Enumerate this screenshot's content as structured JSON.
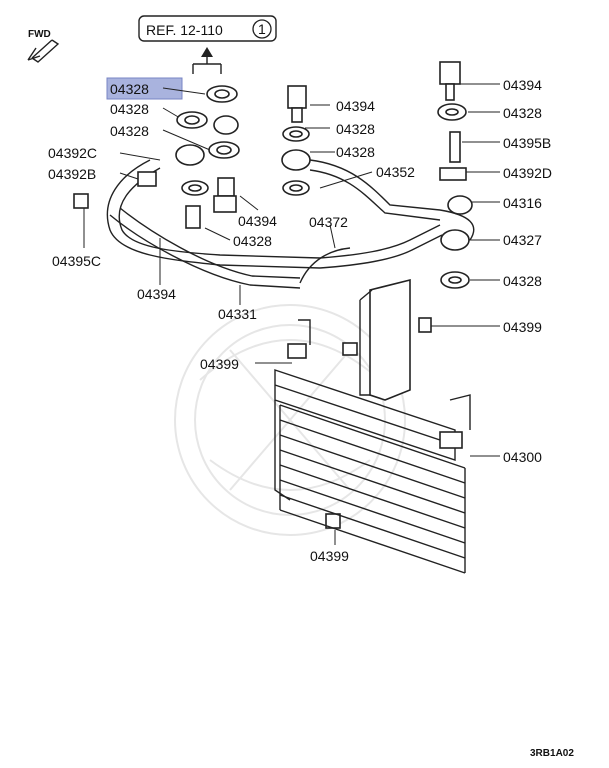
{
  "diagram": {
    "fwd_label": "FWD",
    "ref_label": "REF. 12-110",
    "ref_number": "1",
    "footer_code": "3RB1A02",
    "highlight_color": "#a9b3de",
    "labels": {
      "l_04328_hl": "04328",
      "l_04328_a": "04328",
      "l_04328_b": "04328",
      "l_04392c": "04392C",
      "l_04392b": "04392B",
      "l_04395c": "04395C",
      "l_04394_a": "04394",
      "l_04394_b": "04394",
      "l_04328_c": "04328",
      "l_04394_c": "04394",
      "l_04328_d": "04328",
      "l_04328_e": "04328",
      "l_04352": "04352",
      "l_04372": "04372",
      "l_04331": "04331",
      "l_04399_a": "04399",
      "l_04394_r": "04394",
      "l_04328_r1": "04328",
      "l_04395b": "04395B",
      "l_04392d": "04392D",
      "l_04316": "04316",
      "l_04327": "04327",
      "l_04328_r2": "04328",
      "l_04399_r": "04399",
      "l_04300": "04300",
      "l_04399_b": "04399"
    }
  }
}
